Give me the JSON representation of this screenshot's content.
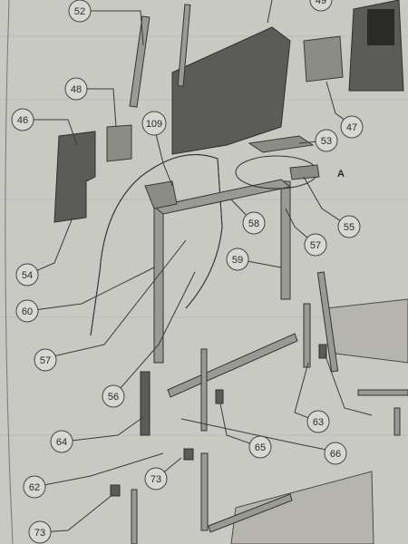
{
  "callouts": [
    "52",
    "49",
    "48",
    "46",
    "109",
    "47",
    "53",
    "A",
    "55",
    "58",
    "57",
    "59",
    "54",
    "60",
    "57",
    "56",
    "64",
    "65",
    "63",
    "66",
    "62",
    "73",
    "73"
  ],
  "colors": {
    "paper": "#c9c9c3",
    "ink": "#2a2a2a"
  }
}
